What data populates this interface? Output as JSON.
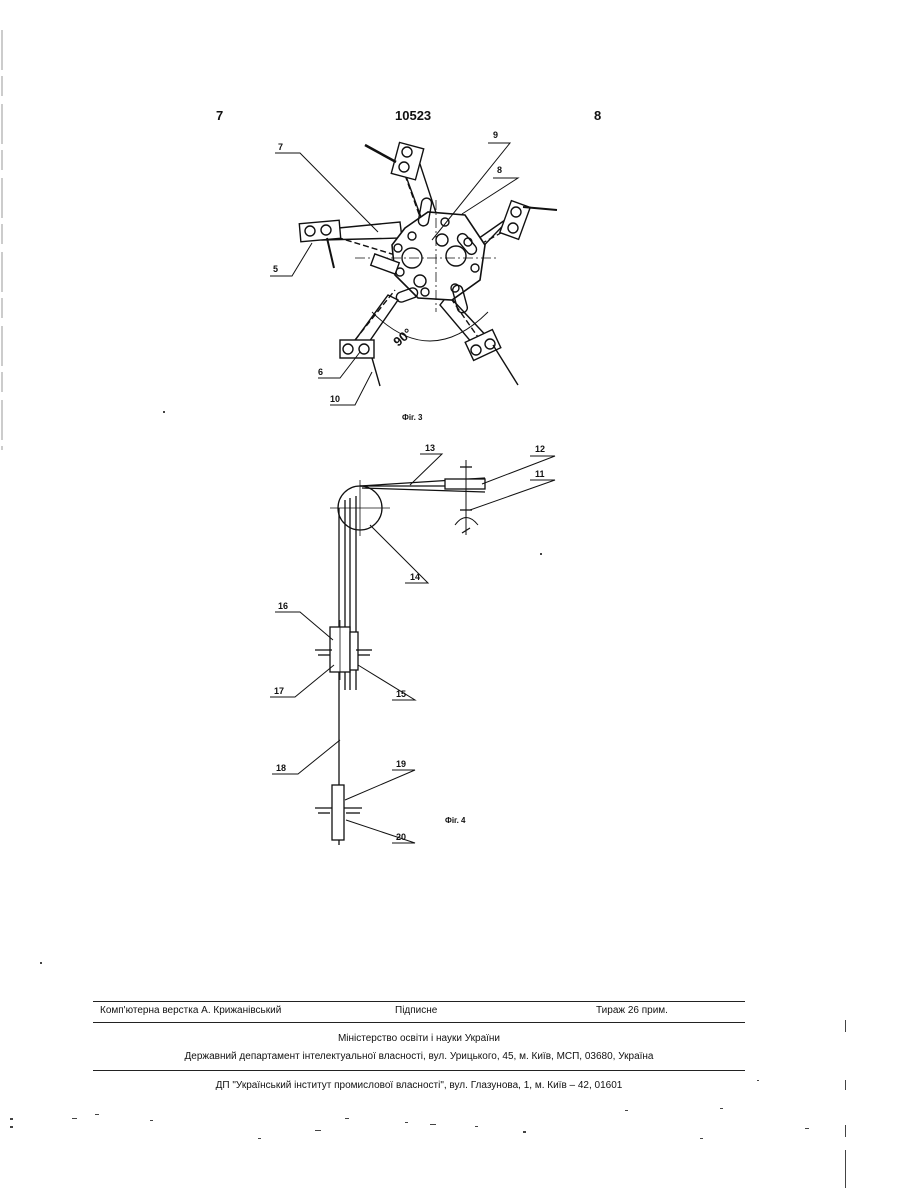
{
  "header": {
    "page_left": "7",
    "patent_number": "10523",
    "page_right": "8"
  },
  "figure3": {
    "caption": "Фіг. 3",
    "angle_label": "90°",
    "labels": [
      "9",
      "7",
      "8",
      "5",
      "6",
      "10"
    ]
  },
  "figure4": {
    "caption": "Фіг. 4",
    "labels": [
      "13",
      "12",
      "11",
      "14",
      "16",
      "17",
      "15",
      "18",
      "19",
      "20"
    ]
  },
  "footer": {
    "typesetting": "Комп'ютерна верстка А. Крижанівський",
    "signed": "Підписне",
    "circulation": "Тираж 26 прим.",
    "ministry": "Міністерство освіти і науки України",
    "department": "Державний департамент інтелектуальної власності, вул. Урицького, 45, м. Київ, МСП, 03680, Україна",
    "institute": "ДП \"Український інститут промислової власності\", вул. Глазунова, 1, м. Київ – 42, 01601"
  }
}
